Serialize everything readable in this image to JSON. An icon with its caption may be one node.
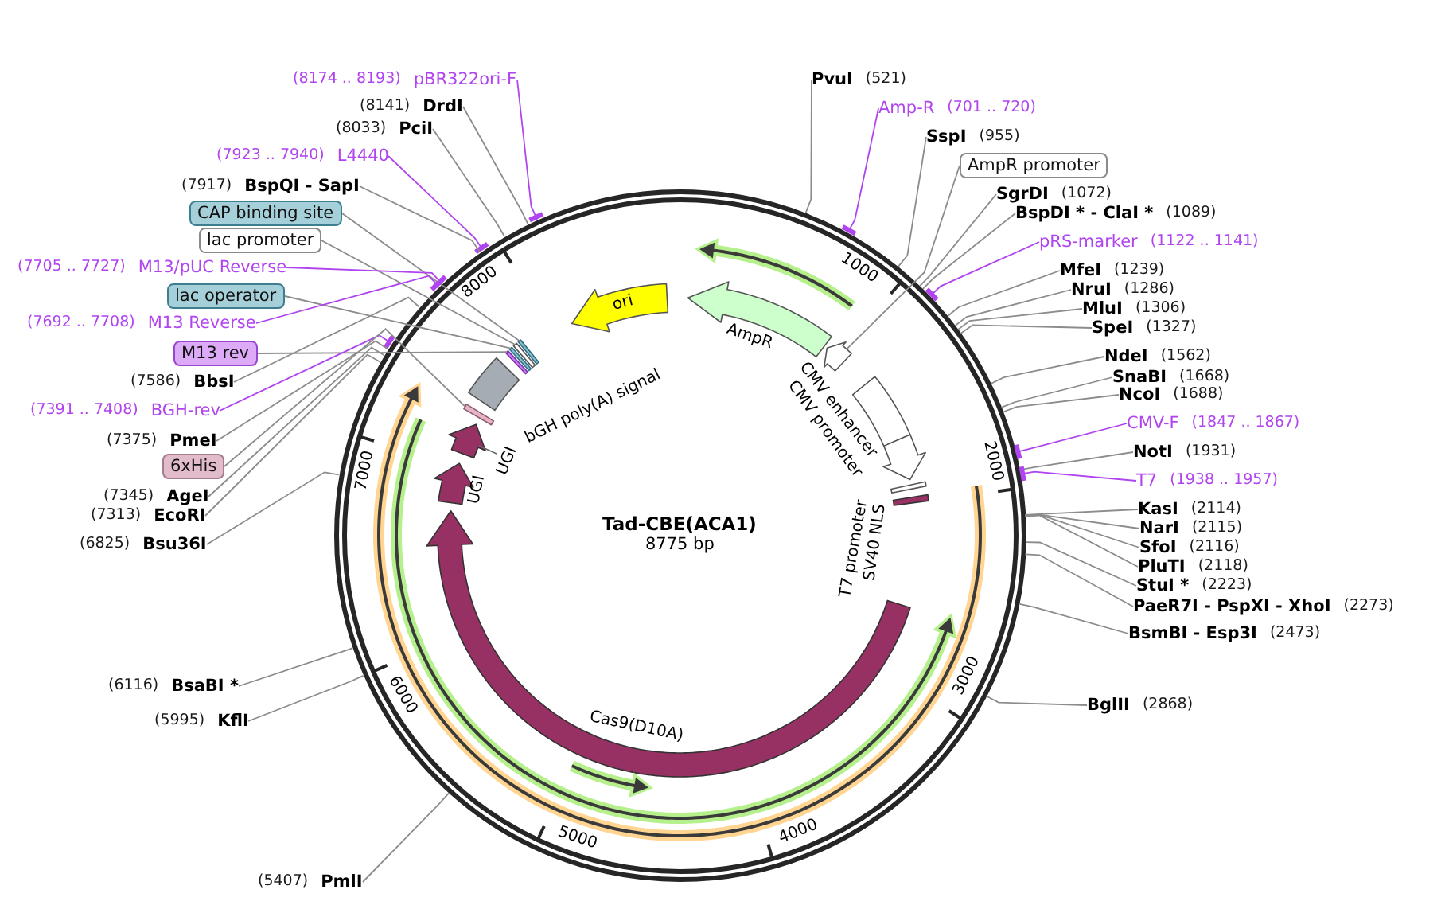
{
  "diagram": {
    "title": "Tad-CBE(ACA1)",
    "nodes": [
      {
        "text": [],
        "shape": "circle"
      },
      {
        "text": [
          "ori"
        ],
        "in": 0
      },
      {
        "text": [
          "AmpR"
        ],
        "in": 0
      },
      {
        "text": [],
        "shape": "arrow",
        "in": 0
      },
      {
        "text": [
          "CMV enhancer"
        ],
        "in": 0
      },
      {
        "text": [
          "CMV promoter"
        ],
        "in": 0
      },
      {
        "text": [
          "T7 promoter"
        ],
        "in": 0
      },
      {
        "text": [
          "SV40 NLS"
        ],
        "in": 0
      },
      {
        "text": [
          "Cas9(D10A)"
        ],
        "in": 0
      },
      {
        "text": [
          "UGI"
        ],
        "in": 0
      },
      {
        "text": [
          "UGI"
        ],
        "in": 0
      },
      {
        "text": [],
        "shape": "bar",
        "in": 0
      },
      {
        "text": [
          "bGH poly(A) signal"
        ],
        "in": 0
      },
      {
        "text": [],
        "shape": "bar",
        "in": 0
      },
      {
        "text": [],
        "shape": "bar",
        "in": 0
      },
      {
        "text": [],
        "shape": "bar",
        "in": 0
      },
      {
        "text": [],
        "shape": "bar",
        "in": 0
      },
      {
        "text": [
          "(8174 .. 8193)",
          "pBR322ori-F"
        ]
      },
      {
        "text": [
          "(8141)",
          "DrdI"
        ]
      },
      {
        "text": [
          "(8033)",
          "PciI"
        ]
      },
      {
        "text": [
          "(7923 .. 7940)",
          "L4440"
        ]
      },
      {
        "text": [
          "(7917)",
          "BspQI - SapI"
        ]
      },
      {
        "text": [
          "CAP binding site"
        ]
      },
      {
        "text": [
          "lac promoter"
        ]
      },
      {
        "text": [
          "(7705 .. 7727)",
          "M13/pUC Reverse"
        ]
      },
      {
        "text": [
          "lac operator"
        ]
      },
      {
        "text": [
          "(7692 .. 7708)",
          "M13 Reverse"
        ]
      },
      {
        "text": [
          "M13 rev"
        ]
      },
      {
        "text": [
          "(7586)",
          "BbsI"
        ]
      },
      {
        "text": [
          "(7391 .. 7408)",
          "BGH-rev"
        ]
      },
      {
        "text": [
          "(7375)",
          "PmeI"
        ]
      },
      {
        "text": [
          "6xHis"
        ]
      },
      {
        "text": [
          "(7345)",
          "AgeI"
        ]
      },
      {
        "text": [
          "(7313)",
          "EcoRI"
        ]
      },
      {
        "text": [
          "(6825)",
          "Bsu36I"
        ]
      },
      {
        "text": [
          "(6116)",
          "BsaBI *"
        ]
      },
      {
        "text": [
          "(5995)",
          "KflI"
        ]
      },
      {
        "text": [
          "(5407)",
          "PmlI"
        ]
      },
      {
        "text": [
          "PvuI",
          "(521)"
        ]
      },
      {
        "text": [
          "Amp-R",
          "(701 .. 720)"
        ]
      },
      {
        "text": [
          "SspI",
          "(955)"
        ]
      },
      {
        "text": [
          "AmpR promoter"
        ]
      },
      {
        "text": [
          "SgrDI",
          "(1072)"
        ]
      },
      {
        "text": [
          "BspDI * - ClaI *",
          "(1089)"
        ]
      },
      {
        "text": [
          "pRS-marker",
          "(1122 .. 1141)"
        ]
      },
      {
        "text": [
          "MfeI",
          "(1239)"
        ]
      },
      {
        "text": [
          "NruI",
          "(1286)"
        ]
      },
      {
        "text": [
          "MluI",
          "(1306)"
        ]
      },
      {
        "text": [
          "SpeI",
          "(1327)"
        ]
      },
      {
        "text": [
          "NdeI",
          "(1562)"
        ]
      },
      {
        "text": [
          "SnaBI",
          "(1668)"
        ]
      },
      {
        "text": [
          "NcoI",
          "(1688)"
        ]
      },
      {
        "text": [
          "CMV-F",
          "(1847 .. 1867)"
        ]
      },
      {
        "text": [
          "NotI",
          "(1931)"
        ]
      },
      {
        "text": [
          "T7",
          "(1938 .. 1957)"
        ]
      },
      {
        "text": [
          "KasI",
          "(2114)"
        ]
      },
      {
        "text": [
          "NarI",
          "(2115)"
        ]
      },
      {
        "text": [
          "SfoI",
          "(2116)"
        ]
      },
      {
        "text": [
          "PluTI",
          "(2118)"
        ]
      },
      {
        "text": [
          "StuI *",
          "(2223)"
        ]
      },
      {
        "text": [
          "PaeR7I - PspXI - XhoI",
          "(2273)"
        ]
      },
      {
        "text": [
          "BsmBI - Esp3I",
          "(2473)"
        ]
      },
      {
        "text": [
          "BglII",
          "(2868)"
        ]
      }
    ],
    "edges": [
      {
        "from": 17,
        "to": 0,
        "arrow": "other",
        "color": "#b044f0"
      },
      {
        "from": 18,
        "to": 0,
        "arrow": "none"
      },
      {
        "from": 19,
        "to": 0,
        "arrow": "none"
      },
      {
        "from": 20,
        "to": 0,
        "arrow": "other",
        "color": "#b044f0"
      },
      {
        "from": 21,
        "to": 0,
        "arrow": "none"
      },
      {
        "from": 22,
        "to": 16,
        "arrow": "none"
      },
      {
        "from": 23,
        "to": 15,
        "arrow": "none"
      },
      {
        "from": 24,
        "to": 0,
        "arrow": "other",
        "color": "#b044f0"
      },
      {
        "from": 25,
        "to": 14,
        "arrow": "none"
      },
      {
        "from": 26,
        "to": 0,
        "arrow": "other",
        "color": "#b044f0"
      },
      {
        "from": 27,
        "to": 13,
        "arrow": "none"
      },
      {
        "from": 28,
        "to": 0,
        "arrow": "none"
      },
      {
        "from": 29,
        "to": 0,
        "arrow": "other",
        "color": "#b044f0"
      },
      {
        "from": 30,
        "to": 0,
        "arrow": "none"
      },
      {
        "from": 31,
        "to": 11,
        "arrow": "none"
      },
      {
        "from": 32,
        "to": 0,
        "arrow": "none"
      },
      {
        "from": 33,
        "to": 0,
        "arrow": "none"
      },
      {
        "from": 34,
        "to": 0,
        "arrow": "none"
      },
      {
        "from": 35,
        "to": 0,
        "arrow": "none"
      },
      {
        "from": 36,
        "to": 0,
        "arrow": "none"
      },
      {
        "from": 37,
        "to": 0,
        "arrow": "none"
      },
      {
        "from": 38,
        "to": 0,
        "arrow": "none"
      },
      {
        "from": 39,
        "to": 0,
        "arrow": "other",
        "color": "#b044f0"
      },
      {
        "from": 40,
        "to": 0,
        "arrow": "none"
      },
      {
        "from": 41,
        "to": 3,
        "arrow": "none"
      },
      {
        "from": 42,
        "to": 0,
        "arrow": "none"
      },
      {
        "from": 43,
        "to": 0,
        "arrow": "none"
      },
      {
        "from": 44,
        "to": 0,
        "arrow": "other",
        "color": "#b044f0"
      },
      {
        "from": 45,
        "to": 0,
        "arrow": "none"
      },
      {
        "from": 46,
        "to": 0,
        "arrow": "none"
      },
      {
        "from": 47,
        "to": 0,
        "arrow": "none"
      },
      {
        "from": 48,
        "to": 0,
        "arrow": "none"
      },
      {
        "from": 49,
        "to": 0,
        "arrow": "none"
      },
      {
        "from": 50,
        "to": 0,
        "arrow": "none"
      },
      {
        "from": 51,
        "to": 0,
        "arrow": "none"
      },
      {
        "from": 52,
        "to": 0,
        "arrow": "other",
        "color": "#b044f0"
      },
      {
        "from": 53,
        "to": 0,
        "arrow": "none"
      },
      {
        "from": 54,
        "to": 0,
        "arrow": "other",
        "color": "#b044f0"
      },
      {
        "from": 55,
        "to": 0,
        "arrow": "none"
      },
      {
        "from": 56,
        "to": 0,
        "arrow": "none"
      },
      {
        "from": 57,
        "to": 0,
        "arrow": "none"
      },
      {
        "from": 58,
        "to": 0,
        "arrow": "none"
      },
      {
        "from": 59,
        "to": 0,
        "arrow": "none"
      },
      {
        "from": 60,
        "to": 0,
        "arrow": "none"
      },
      {
        "from": 61,
        "to": 0,
        "arrow": "none"
      },
      {
        "from": 62,
        "to": 0,
        "arrow": "none"
      }
    ],
    "labels": [
      "8775 bp",
      "1000",
      "2000",
      "3000",
      "4000",
      "5000",
      "6000",
      "7000",
      "8000"
    ]
  }
}
